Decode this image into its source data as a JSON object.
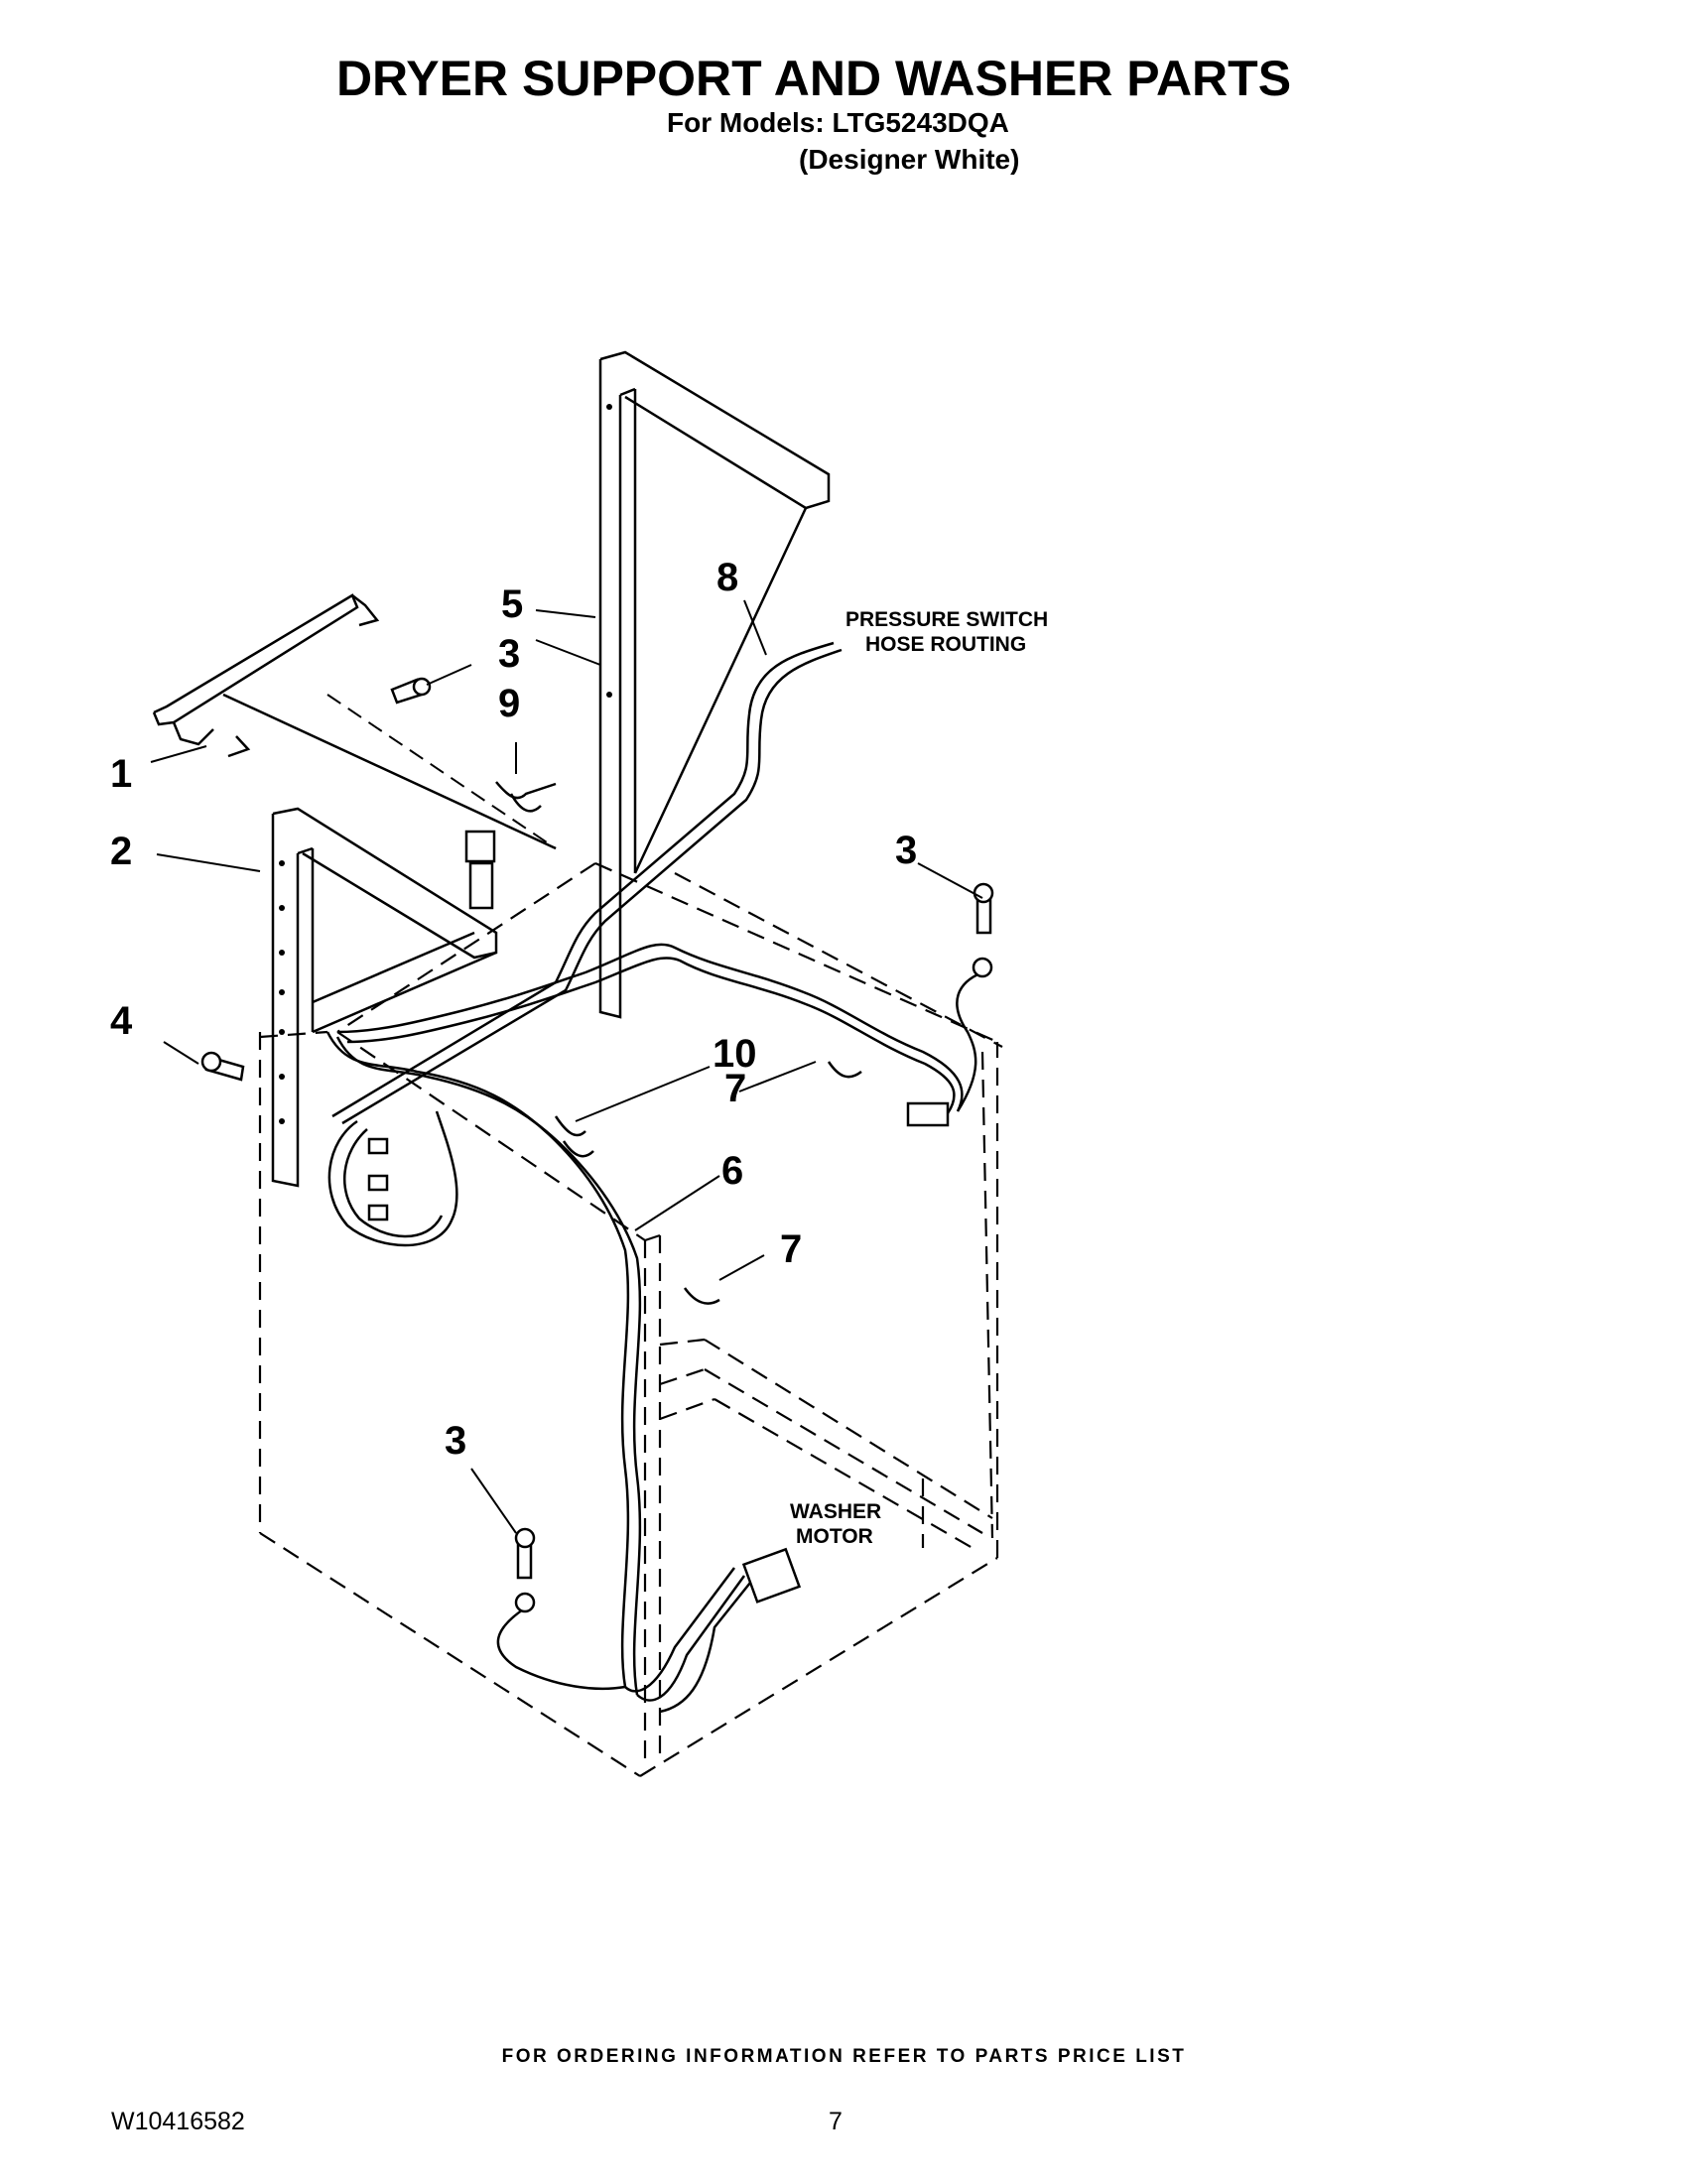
{
  "header": {
    "title": "DRYER SUPPORT AND WASHER PARTS",
    "models_line": "For Models: LTG5243DQA",
    "color_line": "(Designer White)"
  },
  "diagram": {
    "callouts": [
      "1",
      "2",
      "3",
      "3",
      "3",
      "3",
      "4",
      "5",
      "6",
      "7",
      "7",
      "8",
      "9",
      "10"
    ],
    "notes": {
      "pressure_switch_1": "PRESSURE SWITCH",
      "pressure_switch_2": "HOSE ROUTING",
      "washer_motor_1": "WASHER",
      "washer_motor_2": "MOTOR"
    }
  },
  "footer": {
    "ordering_note": "FOR ORDERING INFORMATION REFER TO PARTS PRICE LIST",
    "doc_id": "W10416582",
    "page_number": "7"
  }
}
